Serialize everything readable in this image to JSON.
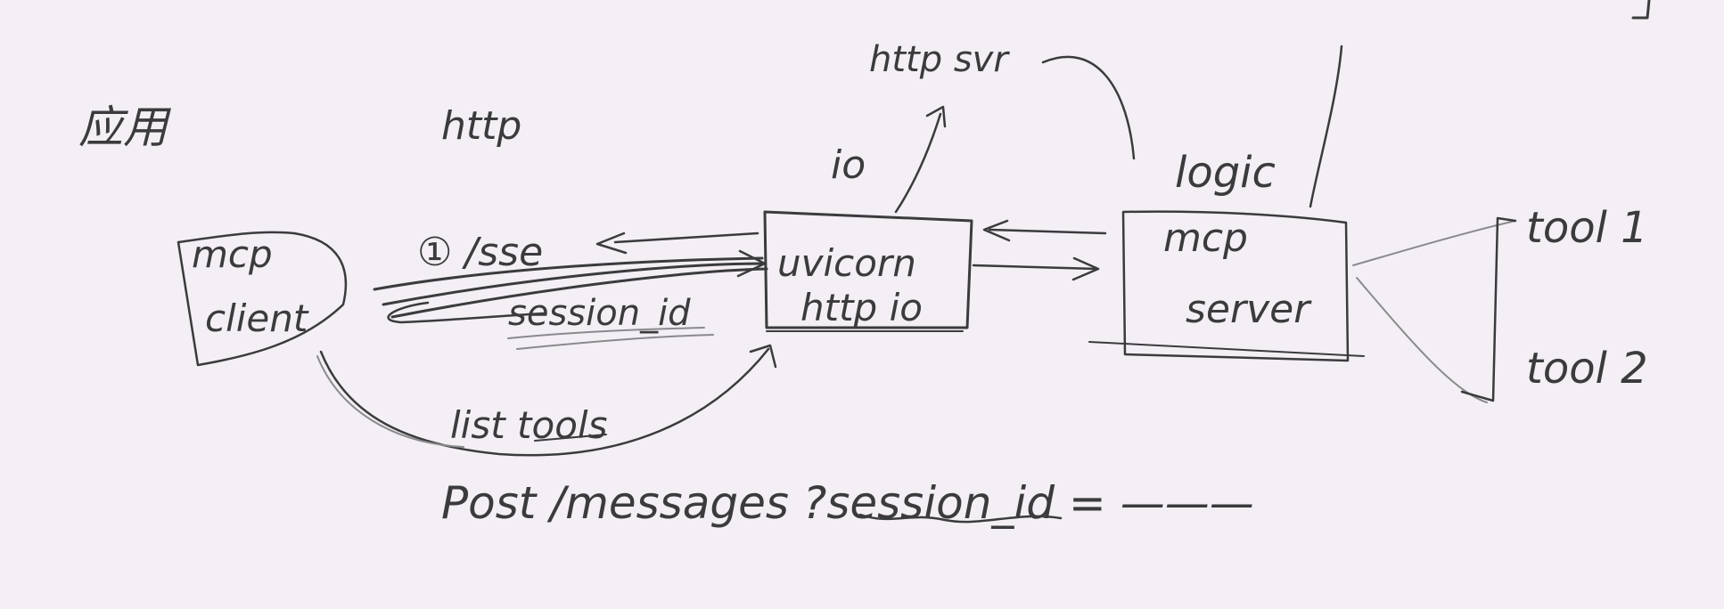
{
  "diagram": {
    "labels": {
      "app": "应用",
      "http": "http",
      "http_server": "http svr",
      "io": "io",
      "logic": "logic",
      "sse": "① /sse",
      "session_id": "session_id",
      "list_tools": "list tools",
      "post_messages": "Post /messages ?session_id = ———"
    },
    "nodes": {
      "mcp_client": [
        "mcp",
        "client"
      ],
      "uvicorn": [
        "uvicorn",
        "http io"
      ],
      "mcp_server": [
        "mcp",
        "server"
      ]
    },
    "tools": [
      "tool 1",
      "tool 2"
    ],
    "colors": {
      "ink": "#3b3b3d",
      "background": "#f3eff5"
    }
  }
}
